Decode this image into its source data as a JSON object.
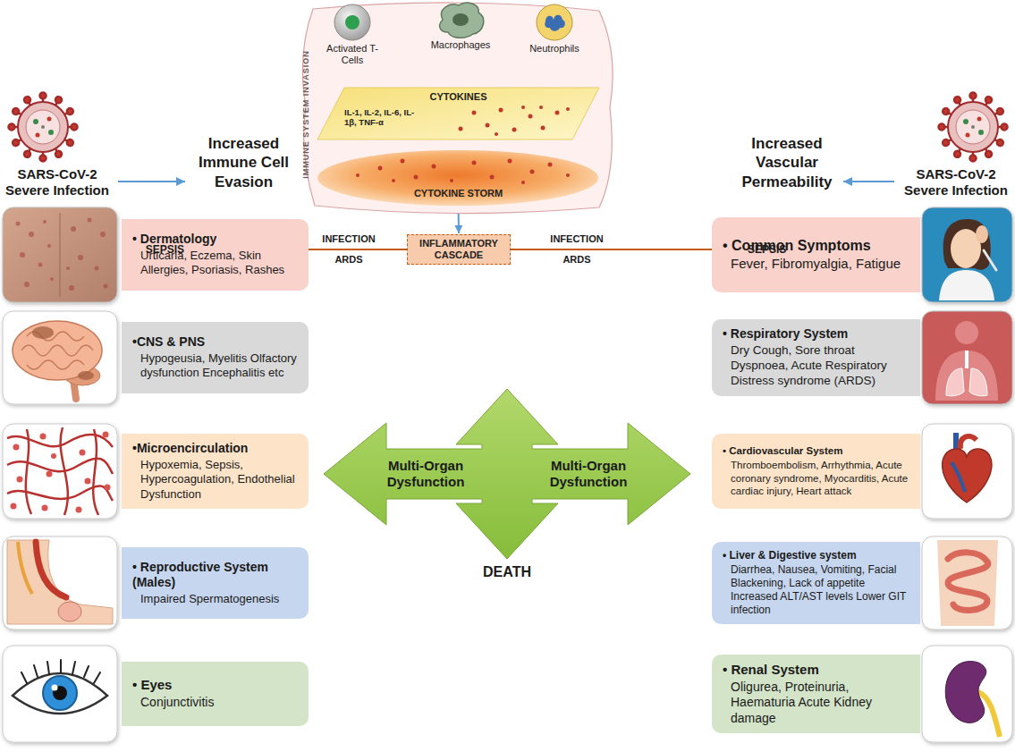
{
  "diagram": {
    "nodes": [
      {
        "text": [
          "IMMUNE SYSTEM INVASION"
        ]
      },
      {
        "text": [
          "Activated T-Cells"
        ],
        "in": 0
      },
      {
        "text": [
          "Macrophages"
        ],
        "in": 0
      },
      {
        "text": [
          "Neutrophils"
        ],
        "in": 0
      },
      {
        "text": [
          "CYTOKINES",
          "IL-1, IL-2, IL-6, IL-1β, TNF-α"
        ],
        "in": 0
      },
      {
        "text": [
          "CYTOKINE STORM"
        ],
        "in": 0
      },
      {
        "text": [
          "INFLAMMATORY CASCADE"
        ]
      },
      {
        "text": [
          "Multi-Organ Dysfunction",
          "Multi-Organ Dysfunction",
          "DEATH"
        ]
      },
      {
        "text": [
          "• Dermatology",
          "Urticaria, Eczema, Skin Allergies, Psoriasis, Rashes"
        ]
      },
      {
        "text": [
          "• Common Symptoms",
          "Fever, Fibromyalgia, Fatigue"
        ]
      },
      {
        "text": [
          "•CNS & PNS",
          "Hypogeusia, Myelitis Olfactory dysfunction Encephalitis etc"
        ]
      },
      {
        "text": [
          "• Respiratory System",
          "Dry Cough, Sore throat Dyspnoea, Acute Respiratory Distress syndrome (ARDS)"
        ]
      },
      {
        "text": [
          "•Microencirculation",
          "Hypoxemia, Sepsis, Hypercoagulation, Endothelial Dysfunction"
        ]
      },
      {
        "text": [
          "• Cardiovascular System",
          "Thromboembolism, Arrhythmia, Acute coronary syndrome, Myocarditis, Acute cardiac injury, Heart attack"
        ]
      },
      {
        "text": [
          "• Reproductive System (Males)",
          "Impaired Spermatogenesis"
        ]
      },
      {
        "text": [
          "• Liver & Digestive system",
          "Diarrhea, Nausea, Vomiting, Facial Blackening, Lack of appetite Increased ALT/AST levels Lower GIT infection"
        ]
      },
      {
        "text": [
          "• Eyes",
          "Conjunctivitis"
        ]
      },
      {
        "text": [
          "• Renal System",
          "Oligurea, Proteinuria, Haematuria Acute Kidney damage"
        ]
      }
    ],
    "edges": [
      {
        "from": 1,
        "to": 4,
        "arrow": "to"
      },
      {
        "from": 2,
        "to": 4,
        "arrow": "to"
      },
      {
        "from": 3,
        "to": 4,
        "arrow": "to"
      },
      {
        "from": 4,
        "to": 5,
        "arrow": "to"
      },
      {
        "from": 5,
        "to": 6,
        "arrow": "to"
      }
    ],
    "labels": [
      "SARS-CoV-2 Severe Infection",
      "Increased Immune Cell Evasion",
      "Increased Vascular Permeability",
      "SARS-CoV-2 Severe Infection",
      "SEPSIS",
      "INFECTION",
      "ARDS",
      "INFECTION",
      "ARDS",
      "SEPSIS"
    ]
  }
}
